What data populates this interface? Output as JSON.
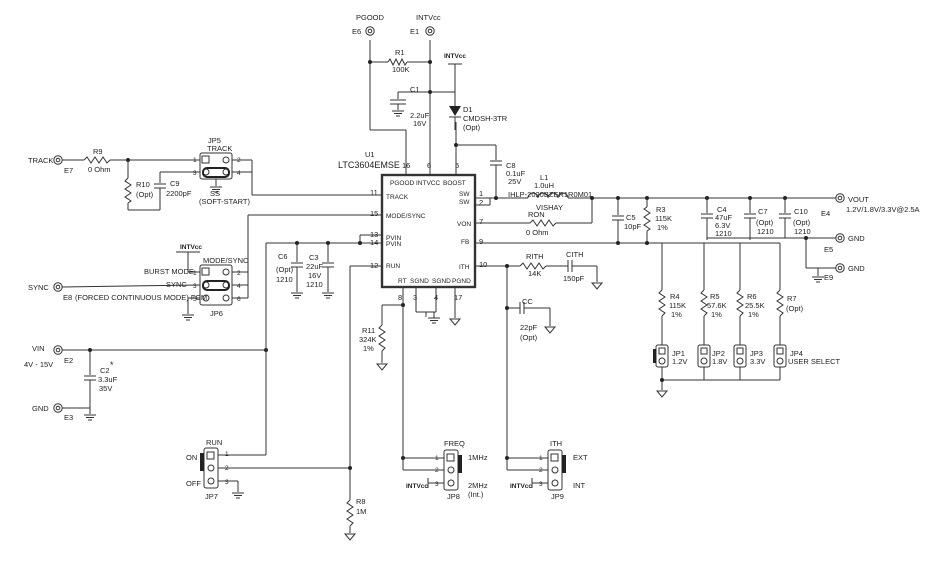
{
  "ic": {
    "ref": "U1",
    "part": "LTC3604EMSE",
    "pin_labels": {
      "pgood": "PGOOD",
      "intvcc": "INTVCC",
      "boost": "BOOST",
      "track": "TRACK",
      "modesync": "MODE/SYNC",
      "pvin": "PVIN",
      "run": "RUN",
      "sw": "SW",
      "von": "VON",
      "fb": "FB",
      "ith": "ITH",
      "rt": "RT",
      "sgnd": "SGND",
      "pgnd": "PGND"
    },
    "pins": {
      "p16": "16",
      "p6": "6",
      "p5": "5",
      "p11": "11",
      "p15": "15",
      "p13": "13",
      "p14": "14",
      "p12": "12",
      "p1": "1",
      "p2": "2",
      "p7": "7",
      "p9": "9",
      "p10": "10",
      "p8": "8",
      "p3": "3",
      "p4": "4",
      "p17": "17"
    }
  },
  "terminals": {
    "pgood": {
      "name": "PGOOD",
      "ref": "E6"
    },
    "intvcc": {
      "name": "INTVcc",
      "ref": "E1"
    },
    "track": {
      "name": "TRACK",
      "ref": "E7"
    },
    "sync": {
      "name": "SYNC",
      "ref": "E8"
    },
    "vin": {
      "name": "VIN",
      "range": "4V - 15V",
      "ref": "E2"
    },
    "gnd_in": {
      "name": "GND",
      "ref": "E3"
    },
    "vout": {
      "name": "VOUT",
      "spec": "1.2V/1.8V/3.3V@2.5A",
      "ref": "E4"
    },
    "gnd_out1": {
      "name": "GND",
      "ref": "E5"
    },
    "gnd_out2": {
      "name": "GND",
      "ref": "E9"
    }
  },
  "components": {
    "r1": {
      "ref": "R1",
      "value": "100K"
    },
    "c1": {
      "ref": "C1",
      "v1": "2.2uF",
      "v2": "16V"
    },
    "d1": {
      "ref": "D1",
      "v1": "CMDSH-3TR",
      "v2": "(Opt)"
    },
    "intvcc_net1": "INTVcc",
    "c8": {
      "ref": "C8",
      "v1": "0.1uF",
      "v2": "25V"
    },
    "l1": {
      "ref": "L1",
      "v1": "1.0uH",
      "v2": "IHLP-2020BZER1R0M01",
      "v3": "VISHAY"
    },
    "ron": {
      "ref": "RON",
      "value": "0 Ohm"
    },
    "r9": {
      "ref": "R9",
      "value": "0 Ohm"
    },
    "r10": {
      "ref": "R10",
      "value": "(Opt)"
    },
    "c9": {
      "ref": "C9",
      "value": "2200pF"
    },
    "jp5": {
      "ref": "JP5",
      "title": "TRACK",
      "s5": "SS",
      "s5b": "(SOFT-START)",
      "p1": "1",
      "p2": "2",
      "p3": "3",
      "p4": "4"
    },
    "jp6": {
      "ref": "JP6",
      "title": "MODE/SYNC",
      "intvcc": "INTVcc",
      "burst": "BURST MODE",
      "sync": "SYNC",
      "fcm": "(FORCED CONTINUOUS MODE) FCM",
      "p1": "1",
      "p2": "2",
      "p3": "3",
      "p4": "4",
      "p5": "5",
      "p6": "6"
    },
    "c6": {
      "ref": "C6",
      "v1": "(Opt)",
      "v2": "1210"
    },
    "c3": {
      "ref": "C3",
      "v1": "22uF",
      "v2": "16V",
      "v3": "1210"
    },
    "c2": {
      "ref": "C2",
      "v1": "3.3uF",
      "v2": "35V",
      "star": "*"
    },
    "r11": {
      "ref": "R11",
      "v1": "324K",
      "v2": "1%"
    },
    "c5": {
      "ref": "C5",
      "value": "10pF"
    },
    "r3": {
      "ref": "R3",
      "v1": "115K",
      "v2": "1%"
    },
    "c4": {
      "ref": "C4",
      "v1": "47uF",
      "v2": "6.3V",
      "v3": "1210"
    },
    "c7": {
      "ref": "C7",
      "v1": "(Opt)",
      "v2": "1210"
    },
    "c10": {
      "ref": "C10",
      "v1": "(Opt)",
      "v2": "1210"
    },
    "rith": {
      "ref": "RITH",
      "value": "14K"
    },
    "cith": {
      "ref": "CITH",
      "value": "150pF"
    },
    "cc": {
      "ref": "CC",
      "v1": "22pF",
      "v2": "(Opt)"
    },
    "r4": {
      "ref": "R4",
      "v1": "115K",
      "v2": "1%"
    },
    "r5": {
      "ref": "R5",
      "v1": "57.6K",
      "v2": "1%"
    },
    "r6": {
      "ref": "R6",
      "v1": "25.5K",
      "v2": "1%"
    },
    "r7": {
      "ref": "R7",
      "v1": "(Opt)"
    },
    "jp1": {
      "ref": "JP1",
      "value": "1.2V"
    },
    "jp2": {
      "ref": "JP2",
      "value": "1.8V"
    },
    "jp3": {
      "ref": "JP3",
      "value": "3.3V"
    },
    "jp4": {
      "ref": "JP4",
      "value": "USER SELECT"
    },
    "jp7": {
      "ref": "JP7",
      "title": "RUN",
      "on": "ON",
      "off": "OFF",
      "p1": "1",
      "p2": "2",
      "p3": "3"
    },
    "r8": {
      "ref": "R8",
      "value": "1M"
    },
    "jp8": {
      "ref": "JP8",
      "title": "FREQ",
      "f1": "1MHz",
      "f2": "2MHz",
      "f2b": "(Int.)",
      "intvcc": "INTVcc",
      "p1": "1",
      "p2": "2",
      "p3": "3"
    },
    "jp9": {
      "ref": "JP9",
      "title": "ITH",
      "ext": "EXT",
      "int": "INT",
      "intvcc": "INTVcc",
      "p1": "1",
      "p2": "2",
      "p3": "3"
    }
  }
}
